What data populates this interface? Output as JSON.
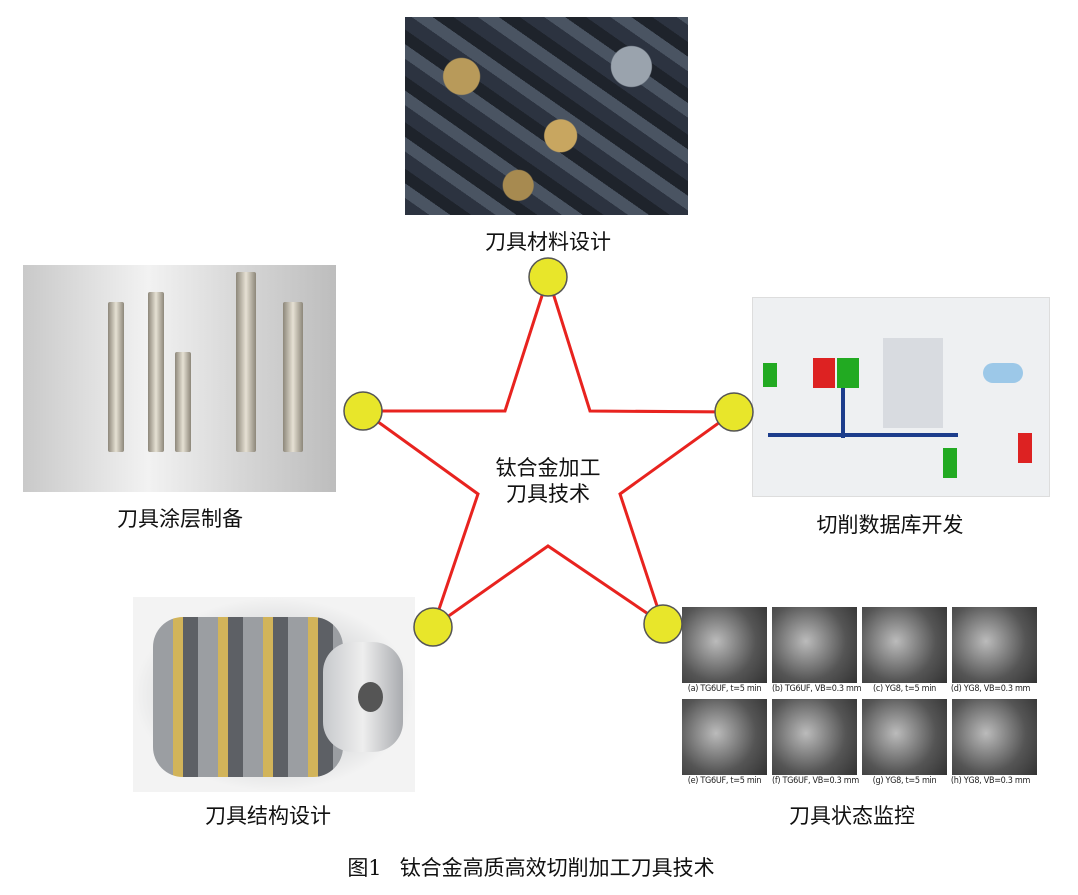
{
  "center_label": [
    "钛合金加工",
    "刀具技术"
  ],
  "nodes": [
    {
      "label": "刀具材料设计",
      "image": "cutting-inserts-photo"
    },
    {
      "label": "刀具涂层制备",
      "image": "coated-drills-photo"
    },
    {
      "label": "切削数据库开发",
      "image": "database-architecture-diagram"
    },
    {
      "label": "刀具结构设计",
      "image": "milling-cutter-photo"
    },
    {
      "label": "刀具状态监控",
      "image": "tool-wear-micrographs"
    }
  ],
  "monitor_captions": [
    "(a) TG6UF, t=5 min",
    "(b) TG6UF, VB=0.3 mm",
    "(c) YG8, t=5 min",
    "(d) YG8, VB=0.3 mm",
    "(e) TG6UF, t=5 min",
    "(f) TG6UF, VB=0.3 mm",
    "(g) YG8, t=5 min",
    "(h) YG8, VB=0.3 mm"
  ],
  "caption": {
    "number": "图1",
    "text": "钛合金高质高效切削加工刀具技术"
  },
  "colors": {
    "star_line": "#e8231f",
    "node_fill": "#e8e62a",
    "node_stroke": "#555555"
  }
}
